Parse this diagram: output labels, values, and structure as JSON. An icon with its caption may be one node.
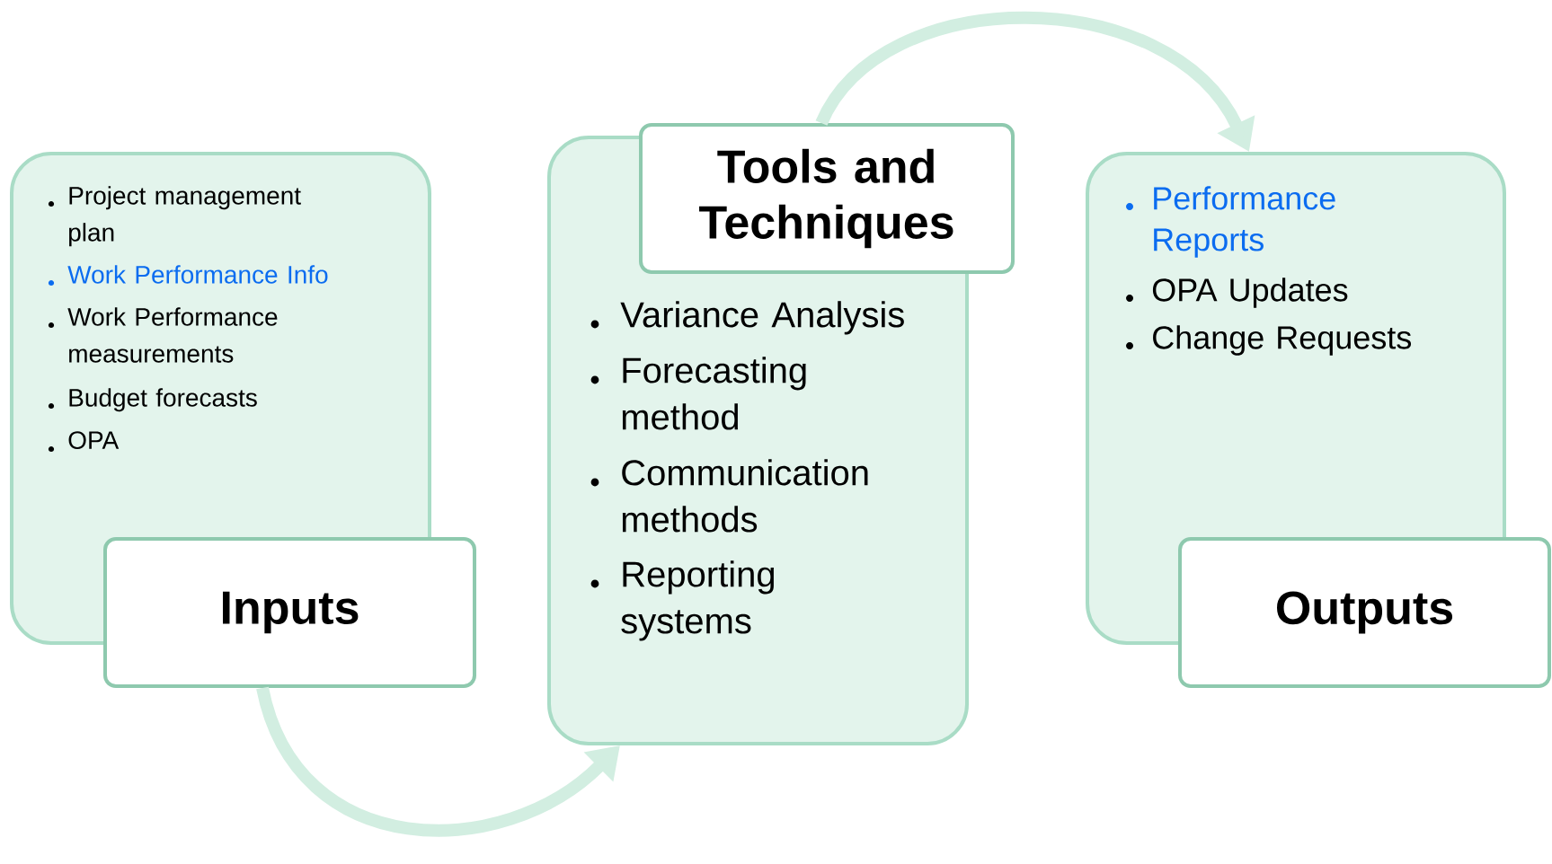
{
  "diagram": {
    "nodes": [
      {
        "text": [
          "Project management plan",
          "Work Performance Info",
          "Work Performance measurements",
          "Budget forecasts",
          "OPA"
        ]
      },
      {
        "text": [
          "Inputs"
        ]
      },
      {
        "text": [
          "Variance Analysis",
          "Forecasting method",
          "Communication methods",
          "Reporting systems"
        ]
      },
      {
        "text": [
          "Tools and Techniques"
        ]
      },
      {
        "text": [
          "Performance Reports",
          "OPA Updates",
          "Change Requests"
        ]
      },
      {
        "text": [
          "Outputs"
        ]
      }
    ],
    "edges": [
      {
        "from": 1,
        "to": 2,
        "arrow": "to"
      },
      {
        "from": 3,
        "to": 4,
        "arrow": "to"
      }
    ]
  }
}
